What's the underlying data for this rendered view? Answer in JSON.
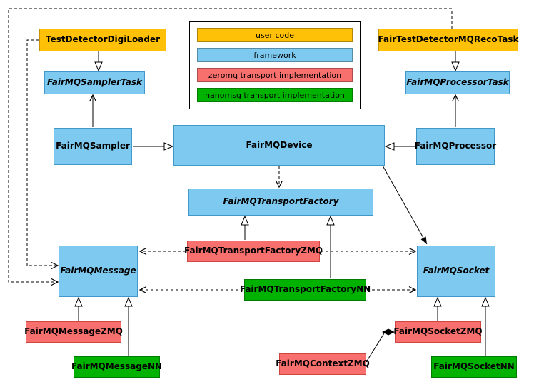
{
  "nodes": {
    "test_detector_digi_loader": "TestDetectorDigiLoader",
    "fair_test_detector_mq_reco_task": "FairTestDetectorMQRecoTask",
    "fairmq_sampler_task": "FairMQSamplerTask",
    "fairmq_processor_task": "FairMQProcessorTask",
    "fairmq_sampler": "FairMQSampler",
    "fairmq_device": "FairMQDevice",
    "fairmq_processor": "FairMQProcessor",
    "fairmq_transport_factory": "FairMQTransportFactory",
    "fairmq_transport_factory_zmq": "FairMQTransportFactoryZMQ",
    "fairmq_transport_factory_nn": "FairMQTransportFactoryNN",
    "fairmq_message": "FairMQMessage",
    "fairmq_socket": "FairMQSocket",
    "fairmq_message_zmq": "FairMQMessageZMQ",
    "fairmq_message_nn": "FairMQMessageNN",
    "fairmq_context_zmq": "FairMQContextZMQ",
    "fairmq_socket_zmq": "FairMQSocketZMQ",
    "fairmq_socket_nn": "FairMQSocketNN"
  },
  "legend": {
    "items": [
      {
        "label": "user code",
        "color": "#ffc107"
      },
      {
        "label": "framework",
        "color": "#7dc9ef"
      },
      {
        "label": "zeromq transport implementation",
        "color": "#f8706d"
      },
      {
        "label": "nanomsg transport implementation",
        "color": "#00b200"
      }
    ]
  },
  "colors": {
    "user_code": "#ffc107",
    "framework": "#7dc9ef",
    "zeromq": "#f8706d",
    "nanomsg": "#00b200",
    "edge": "#000000",
    "background": "#ffffff"
  }
}
